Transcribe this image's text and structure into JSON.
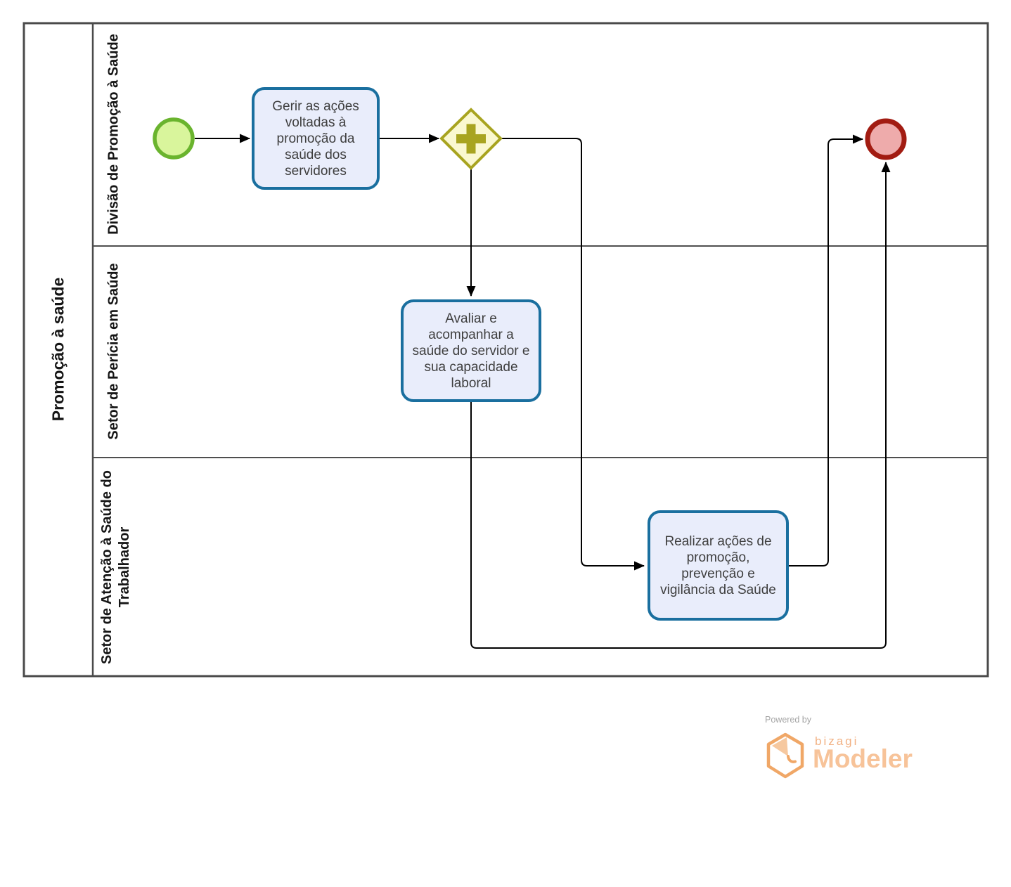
{
  "diagram": {
    "pool": {
      "title": "Promoção à saúde"
    },
    "lanes": [
      {
        "label": "Divisão de Promoção à Saúde"
      },
      {
        "label": "Setor de Perícia em Saúde"
      },
      {
        "label": "Setor de Atenção à Saúde do Trabalhador"
      }
    ],
    "tasks": [
      {
        "label": "Gerir as ações voltadas à promoção da saúde dos servidores"
      },
      {
        "label": "Avaliar e acompanhar a saúde do servidor e sua capacidade laboral"
      },
      {
        "label": "Realizar ações de promoção, prevenção e vigilância da Saúde"
      }
    ],
    "events": {
      "start": "start-event",
      "end": "end-event"
    },
    "gateway": {
      "type": "parallel-gateway",
      "symbol": "+"
    },
    "colors": {
      "task_fill": "#e9edfb",
      "task_border": "#1a6f9f",
      "start_fill": "#d9f59c",
      "start_border": "#6ab42e",
      "end_fill": "#eeabab",
      "end_border": "#a21c12",
      "gateway_fill": "#faf8d0",
      "gateway_border": "#a8a420",
      "pool_border": "#4a4a4a",
      "flow_line": "#000000",
      "brand_orange": "#f7c399"
    }
  },
  "footer": {
    "powered_by": "Powered by",
    "brand": "bizagi",
    "product": "Modeler"
  }
}
